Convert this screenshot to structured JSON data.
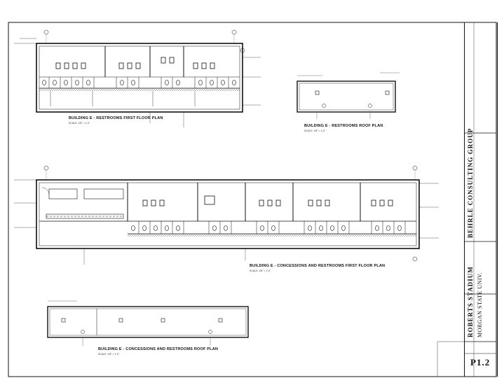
{
  "drawings": {
    "plan_e_restrooms_first_floor": {
      "title": "BUILDING E - RESTROOMS FIRST FLOOR PLAN",
      "scale": "SCALE: 1/8\" = 1'-0\""
    },
    "plan_e_restrooms_roof": {
      "title": "BUILDING E - RESTROOMS ROOF PLAN",
      "scale": "SCALE: 1/8\" = 1'-0\""
    },
    "plan_e_concessions_first_floor": {
      "title": "BUILDING E - CONCESSIONS AND RESTROOMS FIRST FLOOR PLAN",
      "scale": "SCALE: 1/8\" = 1'-0\""
    },
    "plan_e_concessions_roof": {
      "title": "BUILDING E - CONCESSIONS AND RESTROOMS ROOF PLAN",
      "scale": "SCALE: 1/8\" = 1'-0\""
    }
  },
  "title_block": {
    "project_name": "ROBERTS STADIUM",
    "project_location": "MORGAN STATE UNIV.",
    "firm": "BEHRLE CONSULTING GROUP",
    "sheet_number": "P1.2"
  }
}
